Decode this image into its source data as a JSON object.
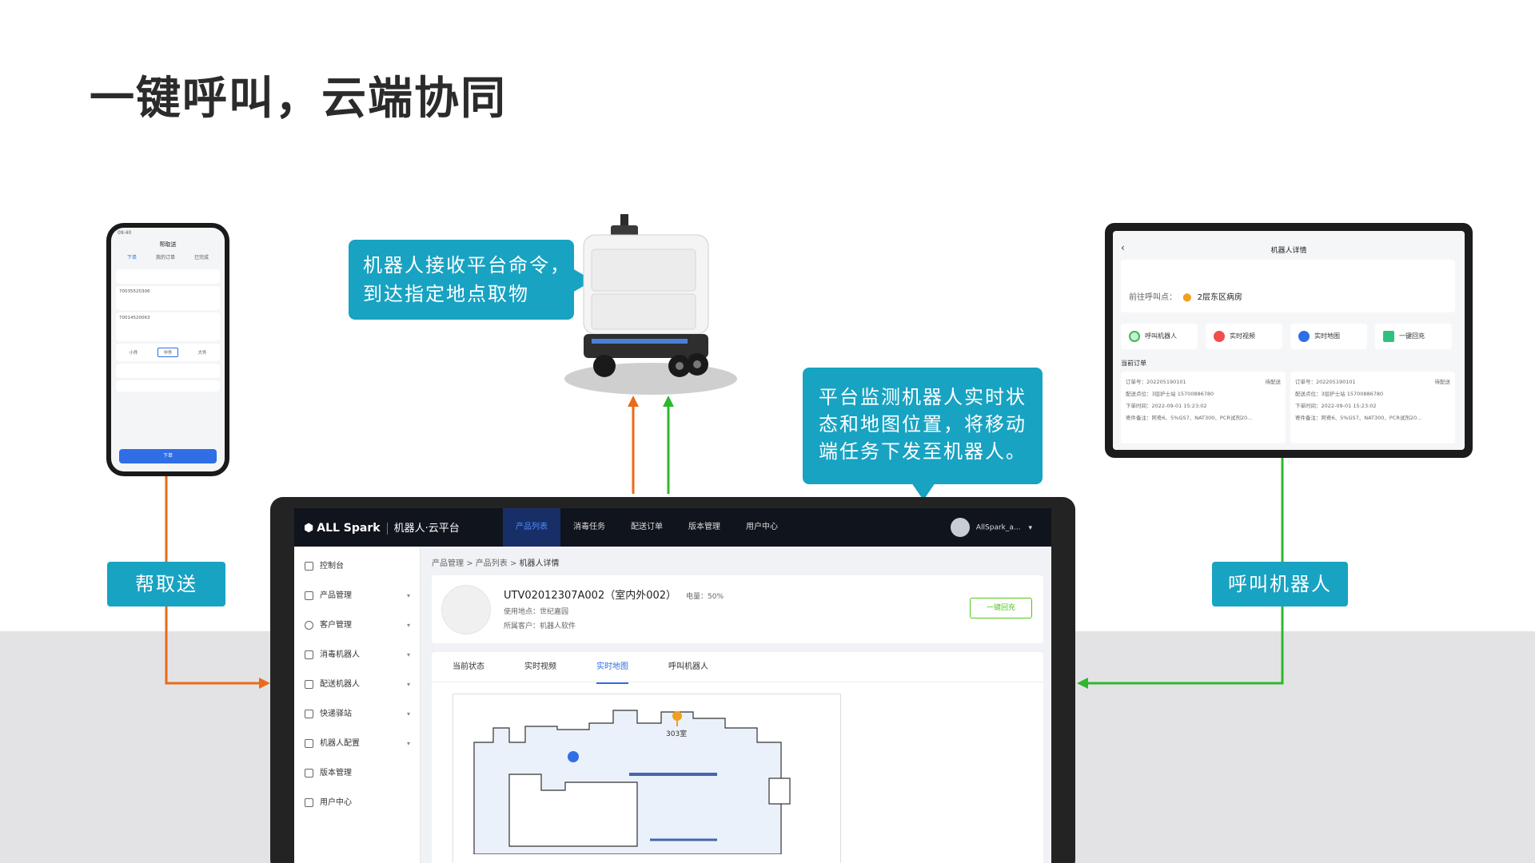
{
  "headline": "一键呼叫，云端协同",
  "bubble_robot": [
    "机器人接收平台命令，",
    "到达指定地点取物"
  ],
  "bubble_platform": [
    "平台监测机器人实时状",
    "态和地图位置，将移动",
    "端任务下发至机器人。"
  ],
  "tag_left": "帮取送",
  "tag_right": "呼叫机器人",
  "colors": {
    "accent": "#18a3c2",
    "orange": "#ea6a1a",
    "green": "#2db82d",
    "nav_dark": "#10141c",
    "primary": "#2f6ee5"
  },
  "phone": {
    "time": "09:40",
    "title": "帮取送",
    "tabs": [
      "下单",
      "我的订单",
      "已完成"
    ],
    "card1_code": "70035520306",
    "card2_code": "70014520063",
    "sizes": [
      "小件",
      "中件",
      "大件"
    ],
    "submit": "下单"
  },
  "tablet": {
    "title": "机器人详情",
    "dest_label": "前往呼叫点：",
    "dest_value": "2层东区病房",
    "buttons": [
      "呼叫机器人",
      "实时视频",
      "实时地图",
      "一键回充"
    ],
    "orders_title": "当前订单",
    "orders": [
      {
        "no": "订单号：20220519010​1",
        "status": "待配送",
        "addr": "配送点位：3层护士站 15700886780",
        "time": "下单时间：2022-09-01 15:23:02",
        "items": "寄件备注：阿奇6、5%GS7、NAT300、PCR试剂20..."
      },
      {
        "no": "订单号：20220519010​1",
        "status": "待配送",
        "addr": "配送点位：3层护士站 15700886780",
        "time": "下单时间：2022-09-01 15:23:02",
        "items": "寄件备注：阿奇6、5%GS7、NAT300、PCR试剂20..."
      }
    ]
  },
  "app": {
    "brand": "ALL Spark",
    "brand_sub": "机器人·云平台",
    "menu": [
      "产品列表",
      "消毒任务",
      "配送订单",
      "版本管理",
      "用户中心"
    ],
    "user": "AllSpark_a...",
    "sidebar": [
      "控制台",
      "产品管理",
      "客户管理",
      "消毒机器人",
      "配送机器人",
      "快递驿站",
      "机器人配置",
      "版本管理",
      "用户中心"
    ],
    "breadcrumb": [
      "产品管理",
      "产品列表",
      "机器人详情"
    ],
    "robot_name": "UTV02012307A002（室内外002）",
    "battery": "电量：50%",
    "location": "使用地点：世纪嘉园",
    "customer": "所属客户：机器人软件",
    "recall": "一键回充",
    "tabs": [
      "当前状态",
      "实时视频",
      "实时地图",
      "呼叫机器人"
    ],
    "map_room": "303室"
  }
}
